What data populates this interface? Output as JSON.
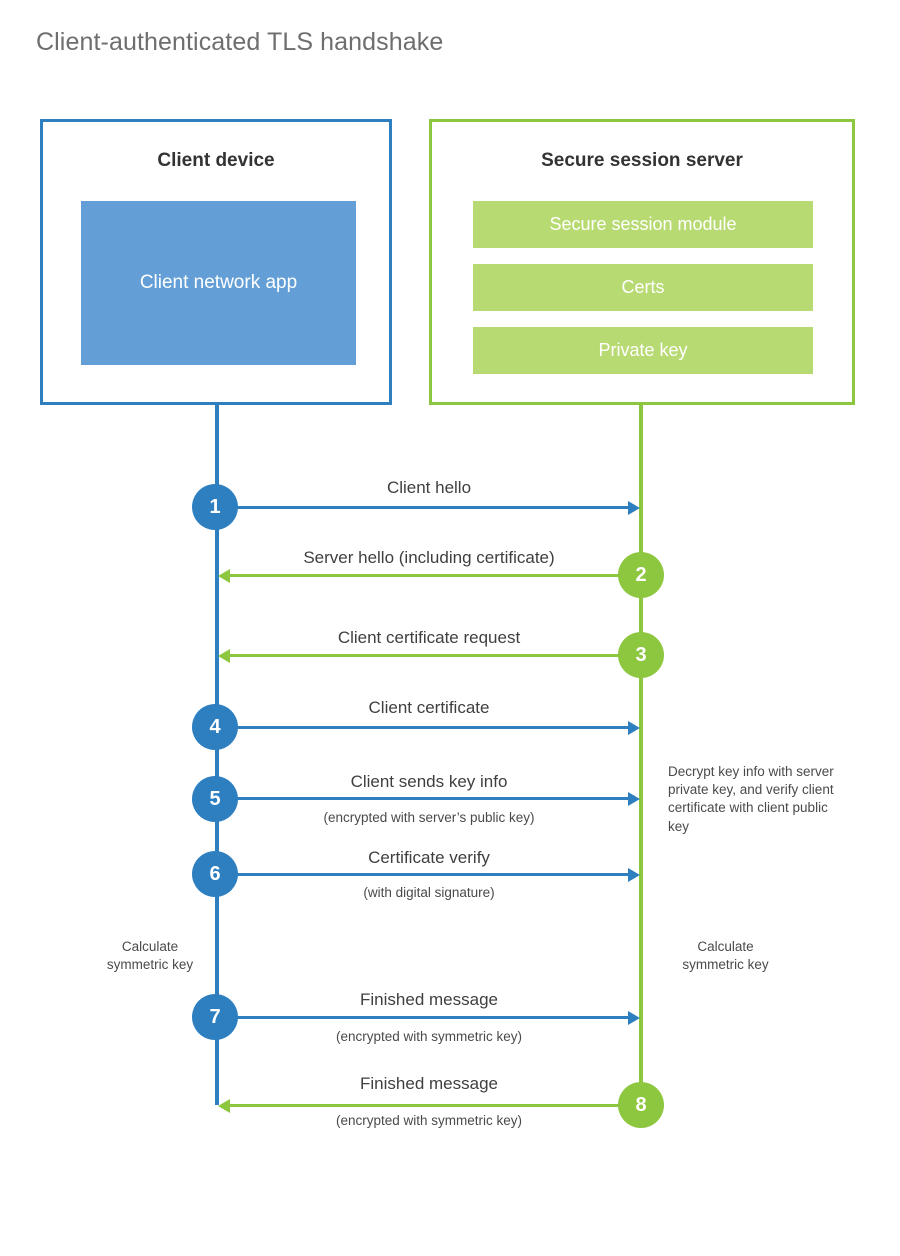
{
  "title": "Client-authenticated TLS handshake",
  "colors": {
    "client_blue": "#2e7fc0",
    "client_app_blue": "#639fd6",
    "server_green": "#8dc63f",
    "server_item_green": "#b8da72",
    "title_gray": "#6e6e6e",
    "text_dark": "#333333",
    "background": "#ffffff"
  },
  "participants": {
    "client": {
      "title": "Client device",
      "app_label": "Client network app"
    },
    "server": {
      "title": "Secure session server",
      "items": [
        {
          "label": "Secure session module"
        },
        {
          "label": "Certs"
        },
        {
          "label": "Private key"
        }
      ]
    }
  },
  "steps": [
    {
      "number": "1",
      "label": "Client hello",
      "sub": "",
      "from": "client",
      "to": "server"
    },
    {
      "number": "2",
      "label": "Server hello (including certificate)",
      "sub": "",
      "from": "server",
      "to": "client"
    },
    {
      "number": "3",
      "label": "Client certificate request",
      "sub": "",
      "from": "server",
      "to": "client"
    },
    {
      "number": "4",
      "label": "Client certificate",
      "sub": "",
      "from": "client",
      "to": "server"
    },
    {
      "number": "5",
      "label": "Client sends key info",
      "sub": "(encrypted with server’s public key)",
      "from": "client",
      "to": "server"
    },
    {
      "number": "6",
      "label": "Certificate verify",
      "sub": "(with digital signature)",
      "from": "client",
      "to": "server"
    },
    {
      "number": "7",
      "label": "Finished message",
      "sub": "(encrypted with symmetric key)",
      "from": "client",
      "to": "server"
    },
    {
      "number": "8",
      "label": "Finished message",
      "sub": "(encrypted with symmetric key)",
      "from": "server",
      "to": "client"
    }
  ],
  "annotations": {
    "server_decrypt": "Decrypt key info with server private key, and verify client certificate with client public key",
    "client_calculate": "Calculate symmetric key",
    "server_calculate": "Calculate symmetric key"
  }
}
